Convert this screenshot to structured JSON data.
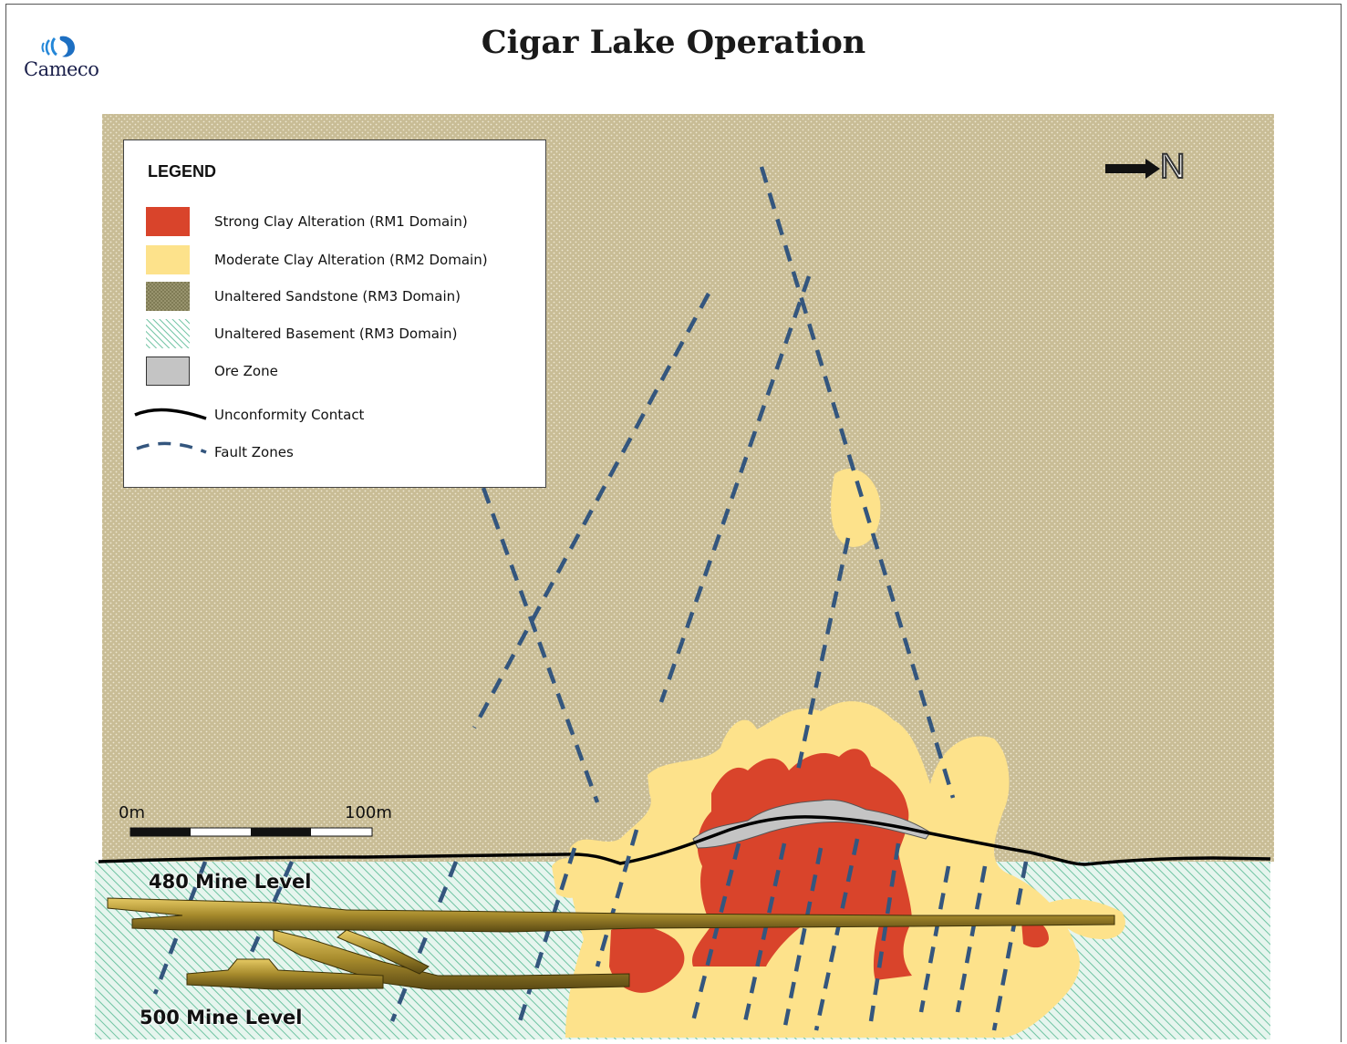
{
  "header": {
    "logo_text": "Cameco",
    "title": "Cigar Lake Operation"
  },
  "legend": {
    "title": "LEGEND",
    "items": [
      {
        "label": "Strong Clay Alteration (RM1 Domain)",
        "color": "#d9442b",
        "icon": "red-swatch"
      },
      {
        "label": "Moderate Clay Alteration (RM2 Domain)",
        "color": "#fde28b",
        "icon": "yellow-swatch"
      },
      {
        "label": "Unaltered Sandstone (RM3 Domain)",
        "color": "#8d8963",
        "icon": "sandstone-swatch"
      },
      {
        "label": "Unaltered Basement (RM3 Domain)",
        "color": "#8fd3b8",
        "icon": "basement-swatch"
      },
      {
        "label": "Ore Zone",
        "color": "#c4c4c4",
        "icon": "grey-swatch"
      },
      {
        "label": "Unconformity Contact",
        "color": "#000000",
        "icon": "black-line"
      },
      {
        "label": "Fault Zones",
        "color": "#34567e",
        "icon": "dashed-line"
      }
    ]
  },
  "north_arrow": {
    "label": "N"
  },
  "scale_bar": {
    "start_label": "0m",
    "end_label": "100m"
  },
  "mine_levels": [
    {
      "label": "480 Mine Level"
    },
    {
      "label": "500 Mine Level"
    }
  ],
  "colors": {
    "sandstone": "#c8bc95",
    "basement": "#d9f0e6",
    "strong_clay": "#d9442b",
    "moderate_clay": "#fde28b",
    "ore": "#c4c4c4",
    "fault": "#34567e",
    "tunnel": "#a68a2c"
  }
}
